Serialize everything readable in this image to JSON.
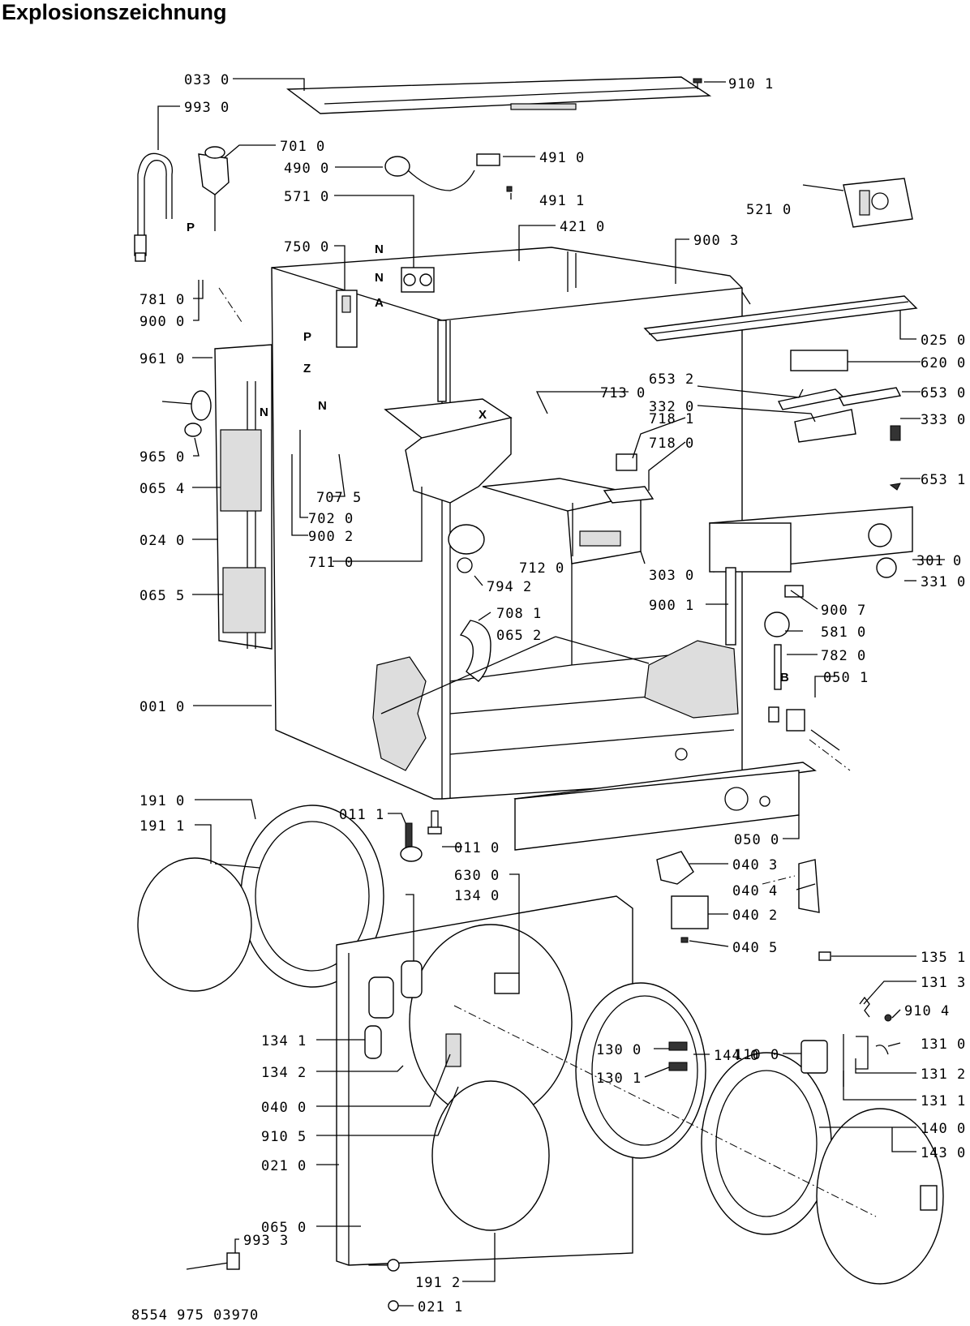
{
  "title": "Explosionszeichnung",
  "footer": "8554 975 03970",
  "labels": {
    "l0330": "033 0",
    "l9101": "910 1",
    "l9930": "993 0",
    "l7010": "701 0",
    "l4900": "490 0",
    "l4910": "491 0",
    "l5710": "571 0",
    "l4911": "491 1",
    "l5210": "521 0",
    "l4210": "421 0",
    "l7500": "750 0",
    "l9003": "900 3",
    "l7810": "781 0",
    "l9000": "900 0",
    "l0250": "025 0",
    "l9610": "961 0",
    "l6200": "620 0",
    "l6532": "653 2",
    "l7130": "713 0",
    "l6530": "653 0",
    "l3320": "332 0",
    "l7181": "718 1",
    "l3330": "333 0",
    "l7180": "718 0",
    "l9650": "965 0",
    "l6531": "653 1",
    "l0654": "065 4",
    "l7075": "707 5",
    "l7020": "702 0",
    "l9002": "900 2",
    "l0240": "024 0",
    "l7110": "711 0",
    "l3010": "301 0",
    "l7120": "712 0",
    "l3030": "303 0",
    "l3310": "331 0",
    "l0655": "065 5",
    "l7942": "794 2",
    "l9001": "900 1",
    "l9007": "900 7",
    "l7081": "708 1",
    "l5810": "581 0",
    "l0652": "065 2",
    "l7820": "782 0",
    "l0501": "050 1",
    "l0010": "001 0",
    "l1910": "191 0",
    "l0111": "011 1",
    "l1911": "191 1",
    "l0110": "011 0",
    "l0500": "050 0",
    "l6300": "630 0",
    "l0403": "040 3",
    "l1340": "134 0",
    "l0404": "040 4",
    "l0402": "040 2",
    "l0405": "040 5",
    "l1351": "135 1",
    "l1313": "131 3",
    "l9104": "910 4",
    "l1341": "134 1",
    "l1100": "110 0",
    "l1310": "131 0",
    "l1300": "130 0",
    "l1440": "144 0",
    "l1342": "134 2",
    "l1312": "131 2",
    "l1301": "130 1",
    "l1311": "131 1",
    "l0400": "040 0",
    "l1400": "140 0",
    "l9105": "910 5",
    "l1430": "143 0",
    "l0210": "021 0",
    "l0650": "065 0",
    "l9933": "993 3",
    "l1912": "191 2",
    "l0211": "021 1"
  },
  "letters": {
    "P1": "P",
    "N1": "N",
    "N2": "N",
    "A": "A",
    "P2": "P",
    "Z": "Z",
    "N3": "N",
    "N4": "N",
    "X": "X",
    "B": "B"
  }
}
